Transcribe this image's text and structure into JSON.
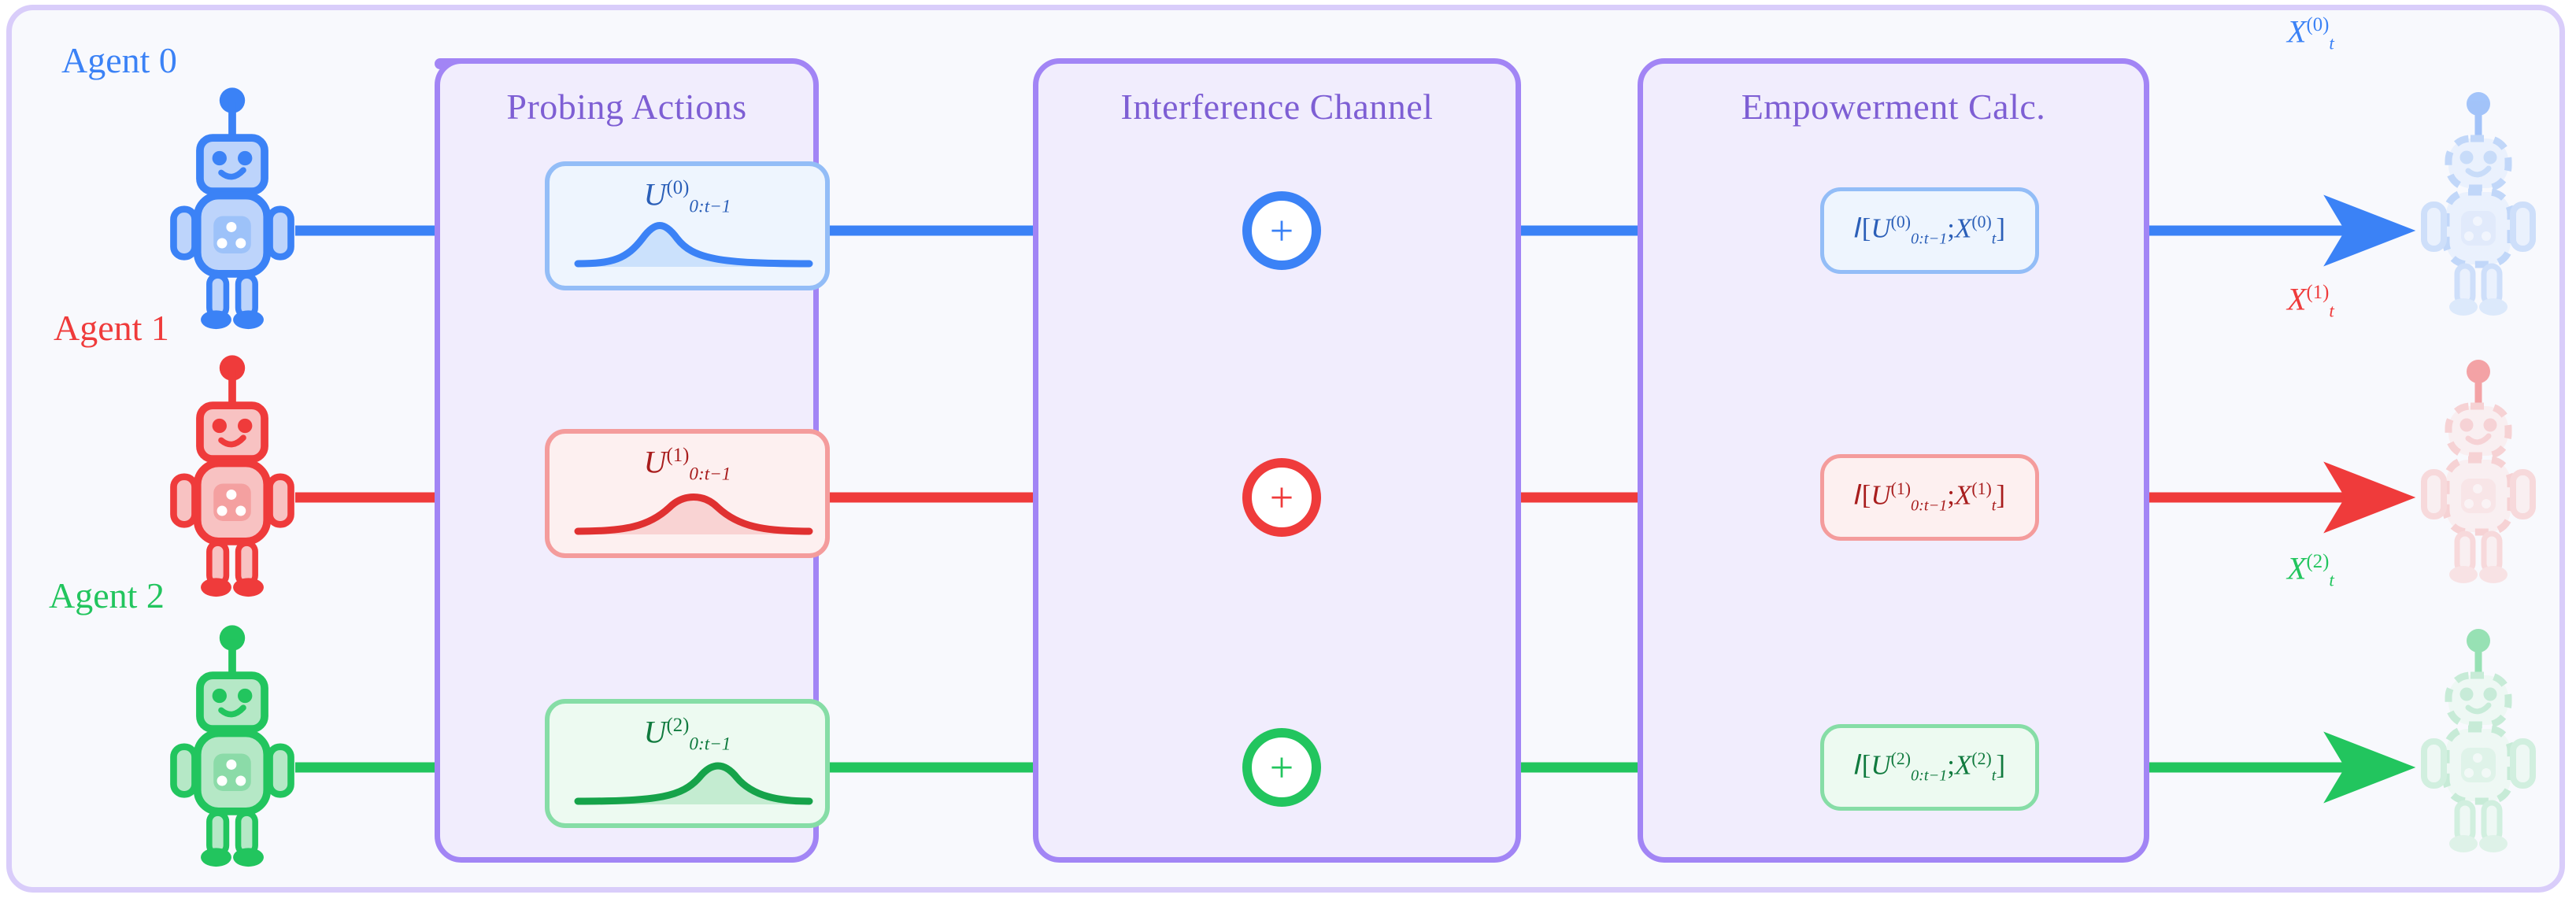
{
  "figure": {
    "outer_border_color": "#d9cdfa",
    "background": "#f8f9fd",
    "panel_border_color": "#a285f5",
    "panel_fill": "#f1edfd",
    "dashed_arrow_color": "#4e5562"
  },
  "panels": [
    {
      "id": "probing",
      "title": "Probing Actions"
    },
    {
      "id": "interference",
      "title": "Interference Channel"
    },
    {
      "id": "empowerment",
      "title": "Empowerment Calc."
    }
  ],
  "agents": [
    {
      "id": 0,
      "label": "Agent 0",
      "color": "#3b82f6",
      "fill": "#bdd4fb",
      "soft": "#eaf2fe",
      "border": "#93bdf7",
      "u_box": {
        "symbol_U": "U",
        "superscript": "(0)",
        "subscript": "0:t−1"
      },
      "dist_shape": "left-peak",
      "plus_symbol": "+",
      "info_box": {
        "script_I": "𝐼",
        "open": "[",
        "symbol_U": "U",
        "u_sup": "(0)",
        "u_sub": "0:t−1",
        "sep": ";",
        "symbol_X": "X",
        "x_sup": "(0)",
        "x_sub": "t",
        "close": "]"
      },
      "x_label": {
        "symbol": "X",
        "superscript": "(0)",
        "subscript": "t"
      }
    },
    {
      "id": 1,
      "label": "Agent 1",
      "color": "#ef3b3b",
      "fill": "#f8c2c2",
      "soft": "#fdeded",
      "border": "#f49c9c",
      "u_box": {
        "symbol_U": "U",
        "superscript": "(1)",
        "subscript": "0:t−1"
      },
      "dist_shape": "center-peak",
      "plus_symbol": "+",
      "info_box": {
        "script_I": "𝐼",
        "open": "[",
        "symbol_U": "U",
        "u_sup": "(1)",
        "u_sub": "0:t−1",
        "sep": ";",
        "symbol_X": "X",
        "x_sup": "(1)",
        "x_sub": "t",
        "close": "]"
      },
      "x_label": {
        "symbol": "X",
        "superscript": "(1)",
        "subscript": "t"
      }
    },
    {
      "id": 2,
      "label": "Agent 2",
      "color": "#22c55e",
      "fill": "#b5e8c6",
      "soft": "#ecfaf0",
      "border": "#86ddа6",
      "u_box": {
        "symbol_U": "U",
        "superscript": "(2)",
        "subscript": "0:t−1"
      },
      "dist_shape": "right-peak",
      "plus_symbol": "+",
      "info_box": {
        "script_I": "𝐼",
        "open": "[",
        "symbol_U": "U",
        "u_sup": "(2)",
        "u_sub": "0:t−1",
        "sep": ";",
        "symbol_X": "X",
        "x_sup": "(2)",
        "x_sub": "t",
        "close": "]"
      },
      "x_label": {
        "symbol": "X",
        "superscript": "(2)",
        "subscript": "t"
      }
    }
  ],
  "interference_links": [
    {
      "from": 0,
      "to": 1,
      "style": "dashed"
    },
    {
      "from": 1,
      "to": 0,
      "style": "dashed"
    },
    {
      "from": 1,
      "to": 2,
      "style": "dashed"
    },
    {
      "from": 2,
      "to": 1,
      "style": "dashed"
    },
    {
      "from": 0,
      "to": 2,
      "style": "dashed"
    },
    {
      "from": 2,
      "to": 0,
      "style": "dashed"
    }
  ]
}
